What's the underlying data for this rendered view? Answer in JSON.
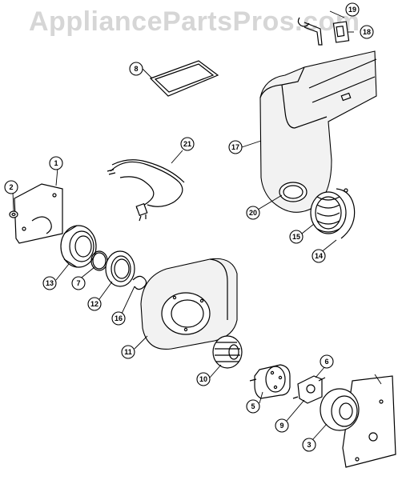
{
  "watermark": "AppliancePartsPros.com",
  "callouts": [
    {
      "id": "c1",
      "label": "1"
    },
    {
      "id": "c2",
      "label": "2"
    },
    {
      "id": "c3",
      "label": "3"
    },
    {
      "id": "c5",
      "label": "5"
    },
    {
      "id": "c6",
      "label": "6"
    },
    {
      "id": "c7",
      "label": "7"
    },
    {
      "id": "c8",
      "label": "8"
    },
    {
      "id": "c9",
      "label": "9"
    },
    {
      "id": "c10",
      "label": "10"
    },
    {
      "id": "c11",
      "label": "11"
    },
    {
      "id": "c12",
      "label": "12"
    },
    {
      "id": "c13",
      "label": "13"
    },
    {
      "id": "c14",
      "label": "14"
    },
    {
      "id": "c15",
      "label": "15"
    },
    {
      "id": "c16",
      "label": "16"
    },
    {
      "id": "c17",
      "label": "17"
    },
    {
      "id": "c18",
      "label": "18"
    },
    {
      "id": "c19",
      "label": "19"
    },
    {
      "id": "c20",
      "label": "20"
    },
    {
      "id": "c21",
      "label": "21"
    }
  ]
}
